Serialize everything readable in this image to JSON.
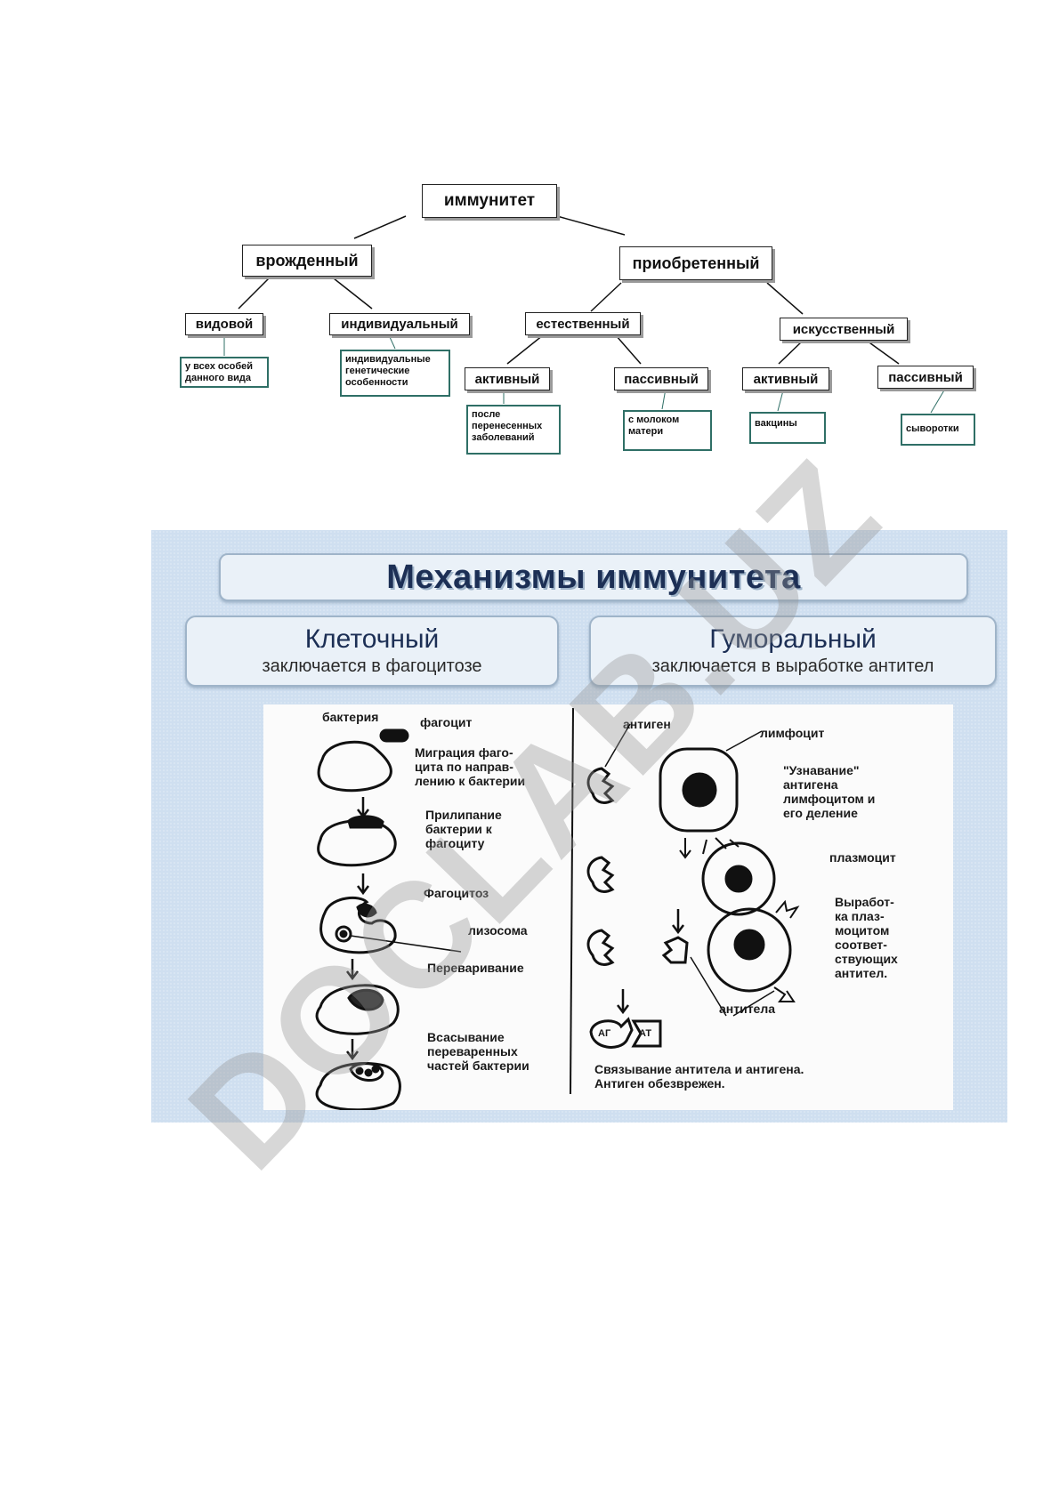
{
  "tree": {
    "root": "иммунитет",
    "innate": "врожденный",
    "acquired": "приобретенный",
    "species": "видовой",
    "individual": "индивидуальный",
    "natural": "естественный",
    "artificial": "искусственный",
    "natural_active": "активный",
    "natural_passive": "пассивный",
    "artificial_active": "активный",
    "artificial_passive": "пассивный",
    "leaf_species": "у всех  особей\nданного вида",
    "leaf_individual": "индивидуальные\nгенетические\nособенности",
    "leaf_nat_active": "после\nперенесенных\nзаболеваний",
    "leaf_nat_passive": "с молоком\nматери",
    "leaf_art_active": "вакцины",
    "leaf_art_passive": "сыворотки"
  },
  "mechanisms": {
    "title": "Механизмы иммунитета",
    "cellular_heading": "Клеточный",
    "cellular_desc": "заключается в фагоцитозе",
    "humoral_heading": "Гуморальный",
    "humoral_desc": "заключается в выработке антител"
  },
  "figure": {
    "bacterium": "бактерия",
    "phagocyte": "фагоцит",
    "migration": "Миграция фаго-\nцита по направ-\nлению к бактерии",
    "adhesion": "Прилипание\nбактерии к\nфагоциту",
    "phagocytosis": "Фагоцитоз",
    "lysosome": "лизосома",
    "digestion": "Переваривание",
    "absorption": "Всасывание\nпереваренных\nчастей бактерии",
    "antigen": "антиген",
    "lymphocyte": "лимфоцит",
    "recognition": "\"Узнавание\"\nантигена\nлимфоцитом и\nего деление",
    "plasmocyte": "плазмоцит",
    "production": "Выработ-\nка плаз-\nмоцитом\nсоответ-\nствующих\nантител.",
    "antibodies": "антитела",
    "binding": "Связывание антитела и антигена.\nАнтиген обезврежен.",
    "ag": "АГ",
    "at": "АТ"
  },
  "watermark": "DOCLAB.UZ"
}
